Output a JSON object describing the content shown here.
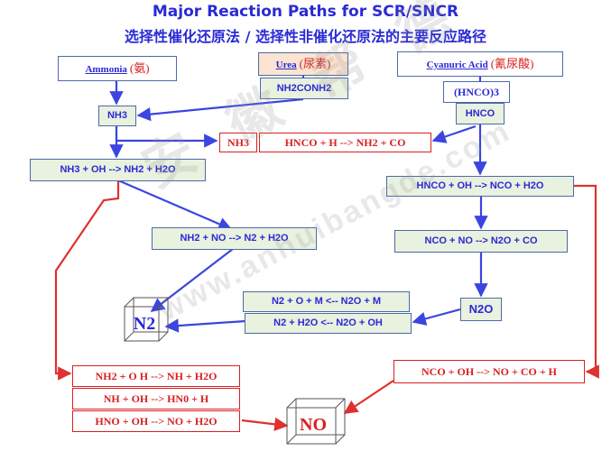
{
  "title": "Major Reaction Paths for SCR/SNCR",
  "subtitle": "选择性催化还原法 / 选择性非催化还原法的主要反应路径",
  "sources": {
    "ammonia": {
      "name": "Ammonia",
      "cn": "(氨)"
    },
    "urea": {
      "name": "Urea",
      "cn": "(尿素)",
      "formula": "NH2CONH2"
    },
    "cyanuric": {
      "name": "Cyanuric Acid",
      "cn": "(氰尿酸)",
      "formula": "(HNCO)3"
    }
  },
  "species": {
    "nh3": "NH3",
    "hnco": "HNCO",
    "n2o": "N2O",
    "n2": "N2",
    "no": "NO"
  },
  "reactions": {
    "nh3_oh": "NH3 + OH --> NH2 + H2O",
    "nh2_no": "NH2 + NO --> N2 + H2O",
    "hnco_oh": "HNCO + OH --> NCO + H2O",
    "nco_no": "NCO + NO --> N2O + CO",
    "n2o_m": "N2 + O + M <-- N2O + M",
    "n2o_oh": "N2 + H2O <-- N2O +  OH",
    "nh3_red": "NH3",
    "hnco_h": "HNCO + H --> NH2 + CO",
    "nh2_o": "NH2 + O H --> NH + H2O",
    "nh_oh": "NH + OH --> HN0 + H",
    "hno_oh": "HNO + OH --> NO + H2O",
    "nco_oh": "NCO + OH --> NO + CO + H"
  },
  "watermark": {
    "cn": "安 徽 帮 德",
    "url": "www.anhuibangde.com"
  },
  "colors": {
    "blue": "#3b45e0",
    "red": "#e03030",
    "green_fill": "#e9f1df",
    "box_border": "#4d6aa8"
  }
}
